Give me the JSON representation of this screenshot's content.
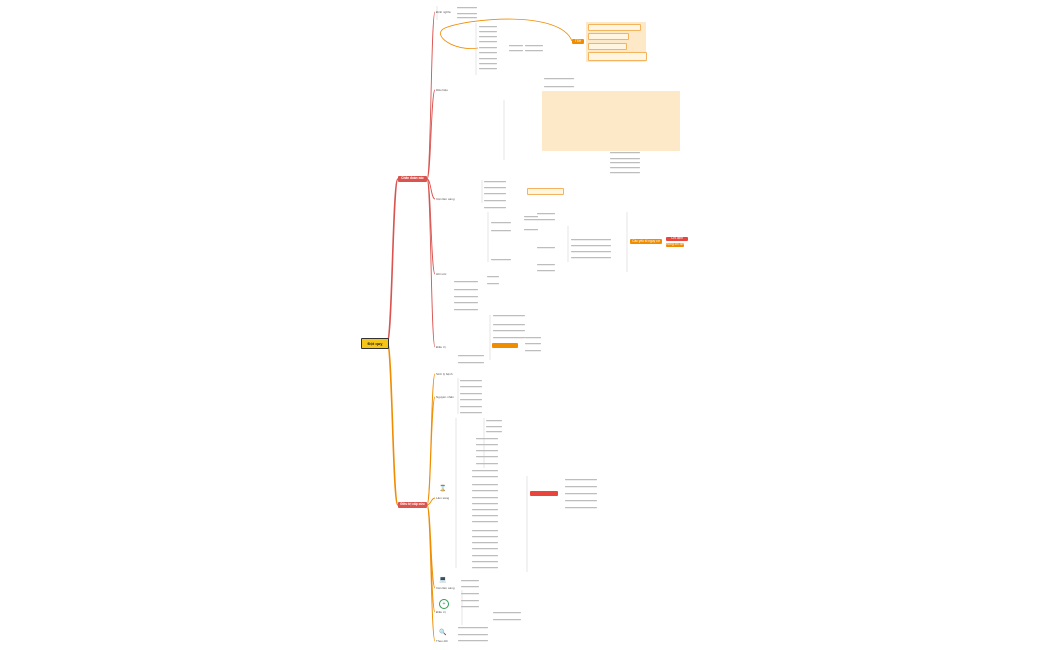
{
  "root": {
    "label": "Đột quỵ"
  },
  "branches": [
    {
      "label": "Chẩn đoán xác"
    },
    {
      "label": "Điều trị cấp cứu"
    }
  ],
  "upper_labels": [
    "Định nghĩa",
    "Dấu hiệu",
    "Cận lâm sàng",
    "Hồi sức",
    "Điều trị"
  ],
  "lower_labels": [
    "Sinh lý bệnh",
    "Nguyên nhân",
    "Lâm sàng",
    "Cận lâm sàng",
    "Điều trị",
    "Theo dõi"
  ],
  "highlight_labels": [
    "TSH",
    "Các yếu tố nguy cơ",
    "Chỉ định",
    "Chống chỉ định"
  ],
  "colors": {
    "branch": "#d9534f",
    "accent": "#f08c00",
    "highlight": "#fde8c8",
    "root": "#f5c518"
  },
  "icons": [
    "hourglass-icon",
    "laptop-icon",
    "plus-circle-icon",
    "magnifier-icon"
  ]
}
